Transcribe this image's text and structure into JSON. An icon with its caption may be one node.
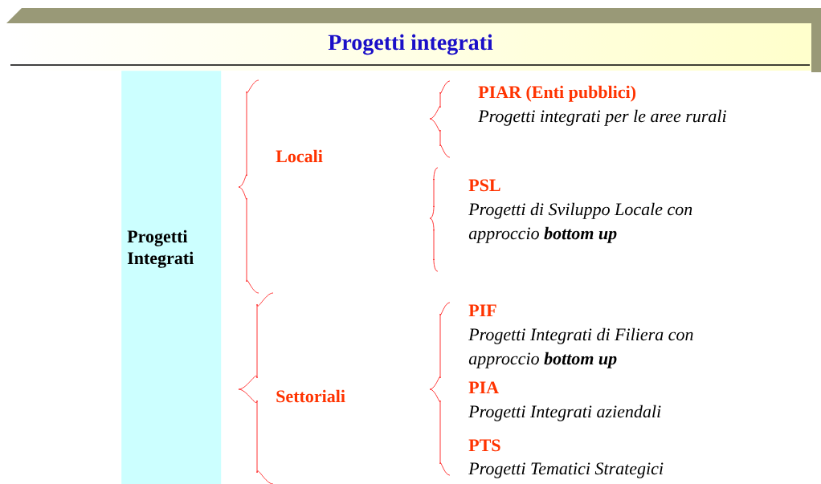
{
  "diagram": {
    "title": "Progetti integrati",
    "nodes": [
      {
        "text": [
          "Progetti Integrati"
        ]
      }
    ],
    "labels": [
      "Locali",
      "PIAR  (Enti pubblici)",
      "Progetti integrati per le aree rurali",
      "PSL",
      "Progetti di Sviluppo Locale con approccio **bottom up**",
      "Settoriali",
      "PIF",
      "Progetti Integrati di Filiera con approccio **bottom up**",
      "PIA",
      "Progetti Integrati aziendali",
      "PTS",
      "Progetti Tematici Strategici"
    ]
  }
}
